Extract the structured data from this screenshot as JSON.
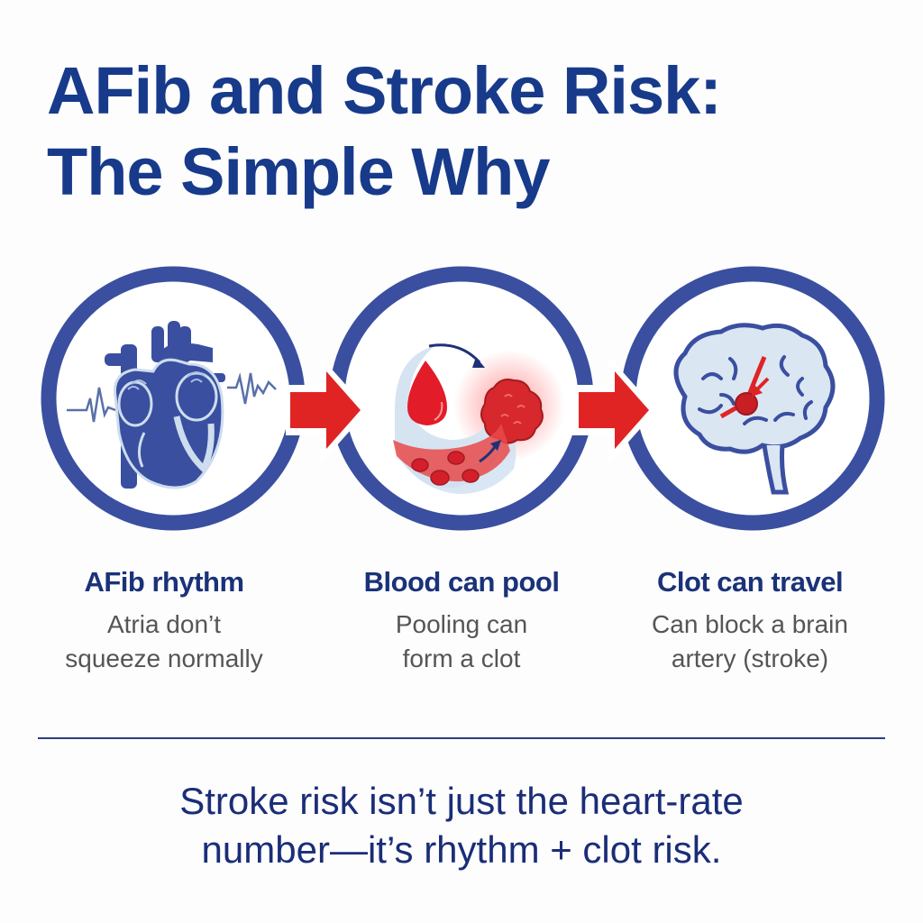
{
  "title": {
    "line1": "AFib and Stroke Risk:",
    "line2": "The Simple Why"
  },
  "colors": {
    "title": "#173a8a",
    "ring": "#3a4fa0",
    "arrow": "#e02424",
    "light_blue": "#d6e4f2",
    "subtext": "#555555"
  },
  "steps": [
    {
      "icon": "heart-icon",
      "label": "AFib rhythm",
      "desc_line1": "Atria don’t",
      "desc_line2": "squeeze normally"
    },
    {
      "icon": "blood-clot-icon",
      "label": "Blood can pool",
      "desc_line1": "Pooling can",
      "desc_line2": "form a clot"
    },
    {
      "icon": "brain-icon",
      "label": "Clot can travel",
      "desc_line1": "Can block a brain",
      "desc_line2": "artery (stroke)"
    }
  ],
  "footer": {
    "line1": "Stroke risk isn’t just the heart-rate",
    "line2": "number—it’s rhythm + clot risk."
  }
}
